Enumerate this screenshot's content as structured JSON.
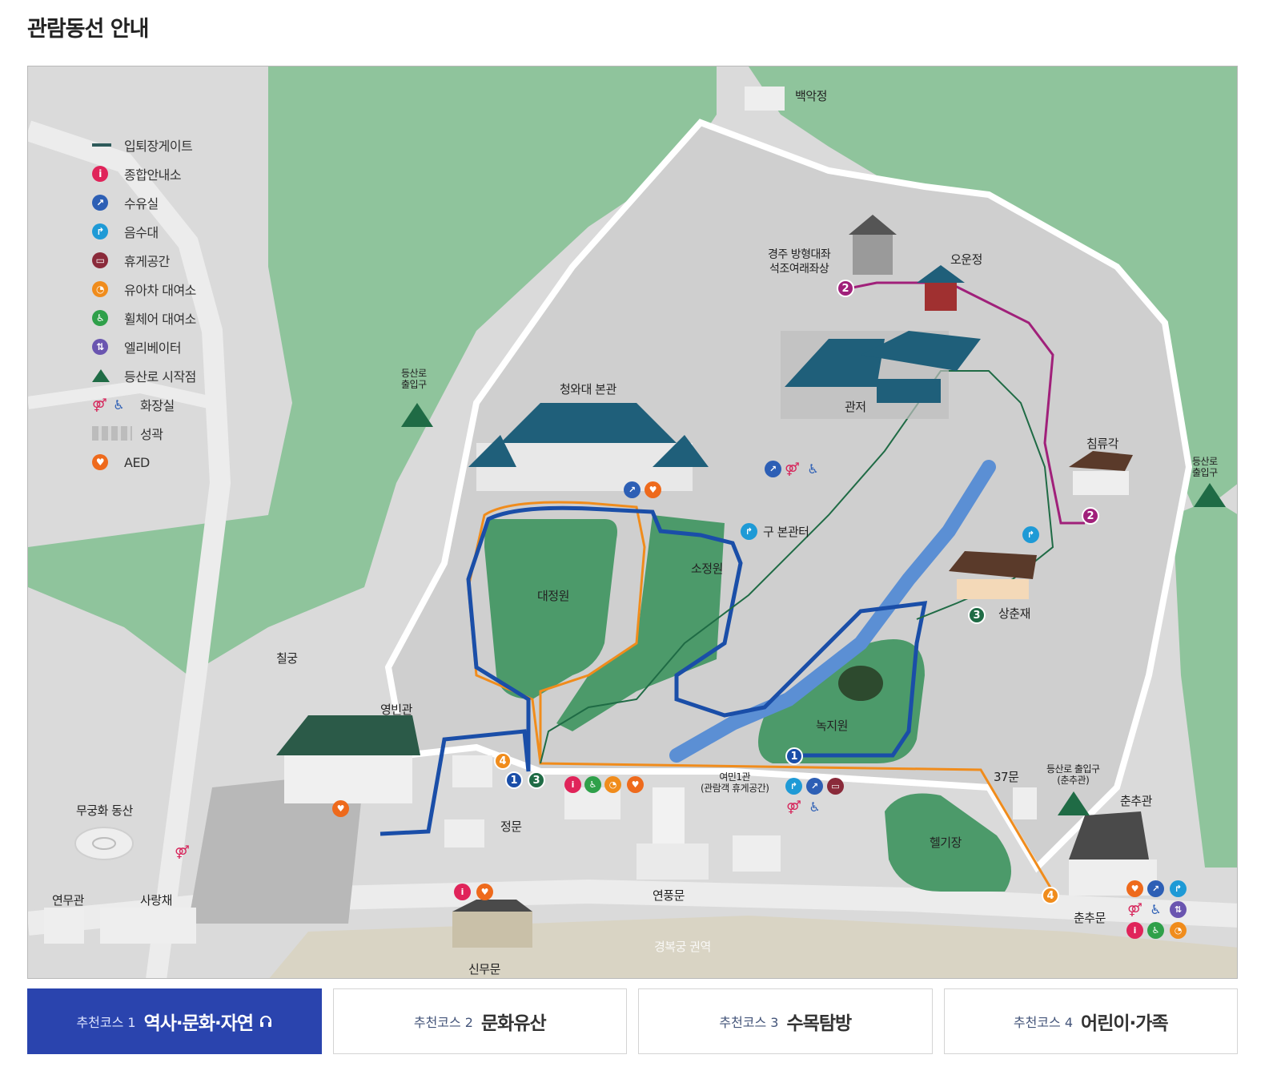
{
  "page_title": "관람동선 안내",
  "colors": {
    "course1": "#1a4ea8",
    "course2": "#a0207a",
    "course3": "#1f6b45",
    "course4": "#f08c1c",
    "info": "#e0245a",
    "lounge": "#8a2a3a",
    "water": "#1e9ad6",
    "nursing": "#2d5fb5",
    "wheelchair": "#2fa04a",
    "elevator": "#6a55b0",
    "aed": "#ee6a1c"
  },
  "legend": [
    {
      "icon": "gate-line-icon",
      "label": "입퇴장게이트"
    },
    {
      "icon": "info-center-icon",
      "label": "종합안내소"
    },
    {
      "icon": "nursing-room-icon",
      "label": "수유실"
    },
    {
      "icon": "water-fountain-icon",
      "label": "음수대"
    },
    {
      "icon": "rest-area-icon",
      "label": "휴게공간"
    },
    {
      "icon": "stroller-rental-icon",
      "label": "유아차 대여소"
    },
    {
      "icon": "wheelchair-rental-icon",
      "label": "휠체어 대여소"
    },
    {
      "icon": "elevator-icon",
      "label": "엘리베이터"
    },
    {
      "icon": "trailhead-icon",
      "label": "등산로 시작점"
    },
    {
      "icon": "restroom-icon",
      "label": "화장실"
    },
    {
      "icon": "fortress-wall-icon",
      "label": "성곽"
    },
    {
      "icon": "aed-icon",
      "label": "AED"
    }
  ],
  "places": {
    "baegakjeong": "백악정",
    "seokjo_line1": "경주 방형대좌",
    "seokjo_line2": "석조여래좌상",
    "ounjeong": "오운정",
    "gwanjeo": "관저",
    "main_building": "청와대 본관",
    "trail_left_1": "등산로",
    "trail_left_2": "출입구",
    "trail_right_1": "등산로",
    "trail_right_2": "출입구",
    "chimnyugak": "침류각",
    "old_main": "구 본관터",
    "sojeongwon": "소정원",
    "daejeongwon": "대정원",
    "sangchunjae": "상춘재",
    "nokjiwon": "녹지원",
    "chilgung": "칠궁",
    "yeongbingwan": "영빈관",
    "mugunghwa": "무궁화 동산",
    "yeonmugwan": "연무관",
    "sarangjae": "사랑채",
    "sinmumun": "신무문",
    "gyeongbokgung": "경복궁 권역",
    "jeongmun": "정문",
    "yeonpungmun": "연풍문",
    "yeomin_line1": "여민1관",
    "yeomin_line2": "(관람객 휴게공간)",
    "gate37": "37문",
    "heliport": "헬기장",
    "chunchugwan": "춘추관",
    "chunchumun": "춘추문",
    "trail_chunchu_1": "등산로 출입구",
    "trail_chunchu_2": "(춘추관)"
  },
  "route_markers": {
    "one": "1",
    "two": "2",
    "three": "3",
    "four": "4"
  },
  "tabs": [
    {
      "prefix": "추천코스 1",
      "name": "역사·문화·자연",
      "active": true
    },
    {
      "prefix": "추천코스 2",
      "name": "문화유산",
      "active": false
    },
    {
      "prefix": "추천코스 3",
      "name": "수목탐방",
      "active": false
    },
    {
      "prefix": "추천코스 4",
      "name": "어린이·가족",
      "active": false
    }
  ]
}
